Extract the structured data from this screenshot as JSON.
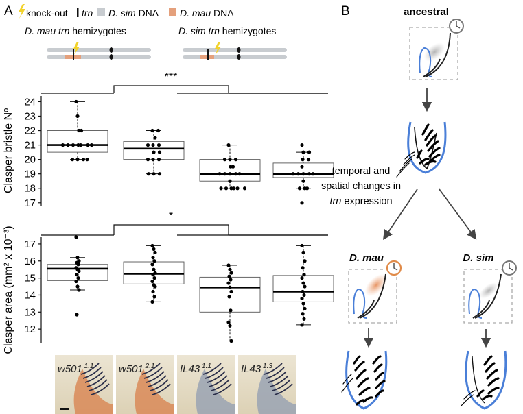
{
  "panel_a": {
    "label": "A",
    "legend": {
      "knockout": "knock-out",
      "trn": "trn",
      "dsim_prefix": "D. sim",
      "dsim_suffix": "DNA",
      "dmau_prefix": "D. mau",
      "dmau_suffix": "DNA"
    },
    "genotypes": {
      "left_italic": "D. mau trn",
      "left_plain": "hemizygotes",
      "right_italic": "D. sim trn",
      "right_plain": "hemizygotes"
    },
    "colors": {
      "sim": "#c8ccd0",
      "mau": "#e4a07c",
      "knockout": "#f2d22a"
    }
  },
  "panel_b": {
    "label": "B",
    "ancestral": "ancestral",
    "changes_line1": "temporal and",
    "changes_line2": "spatial changes in",
    "changes_line3_italic": "trn",
    "changes_line3_plain": "expression",
    "dmau": "D. mau",
    "dsim": "D. sim",
    "colors": {
      "outline": "#4a7fd8",
      "mau_clock": "#e08a48",
      "clock": "#777777"
    }
  },
  "chart_data": [
    {
      "type": "boxplot",
      "ylabel": "Clasper bristle Nº",
      "yticks": [
        17,
        18,
        19,
        20,
        21,
        22,
        23,
        24
      ],
      "ylim": [
        16.8,
        24.4
      ],
      "significance": "***",
      "categories": [
        "w501 1.1",
        "w501 2.1",
        "IL43 1.1",
        "IL43 1.3"
      ],
      "boxes": [
        {
          "min": 20,
          "q1": 20.5,
          "median": 21,
          "q3": 22,
          "max": 24
        },
        {
          "min": 19,
          "q1": 20,
          "median": 20.75,
          "q3": 21.25,
          "max": 22
        },
        {
          "min": 18,
          "q1": 18.5,
          "median": 19,
          "q3": 20,
          "max": 21
        },
        {
          "min": 18,
          "q1": 18.75,
          "median": 19,
          "q3": 19.75,
          "max": 20.5
        }
      ],
      "points": [
        [
          24,
          23,
          22,
          22,
          21,
          21,
          21,
          21,
          21,
          21,
          21,
          20,
          20,
          20,
          20
        ],
        [
          22,
          22,
          21.5,
          21,
          21,
          21,
          20.5,
          20.5,
          20,
          20,
          20,
          19,
          19,
          19
        ],
        [
          21,
          20,
          20,
          20,
          19.5,
          19.5,
          19,
          19,
          19,
          19,
          19,
          18.5,
          18,
          18,
          18,
          18,
          18,
          18
        ],
        [
          21,
          20.5,
          20.5,
          20,
          20,
          19.5,
          19,
          19,
          19,
          19,
          19,
          18.5,
          18,
          18,
          18,
          17
        ]
      ]
    },
    {
      "type": "boxplot",
      "ylabel": "Clasper area (mm² x 10⁻³)",
      "yticks": [
        12,
        13,
        14,
        15,
        16,
        17
      ],
      "ylim": [
        11.2,
        17.4
      ],
      "significance": "*",
      "categories": [
        "w501 1.1",
        "w501 2.1",
        "IL43 1.1",
        "IL43 1.3"
      ],
      "boxes": [
        {
          "min": 14.3,
          "q1": 14.85,
          "median": 15.55,
          "q3": 15.8,
          "max": 16.2
        },
        {
          "min": 13.6,
          "q1": 14.65,
          "median": 15.25,
          "q3": 15.95,
          "max": 16.9
        },
        {
          "min": 11.3,
          "q1": 13.0,
          "median": 14.45,
          "q3": 15.05,
          "max": 15.75
        },
        {
          "min": 12.25,
          "q1": 13.6,
          "median": 14.2,
          "q3": 15.15,
          "max": 16.9
        }
      ],
      "points": [
        [
          17.4,
          16.2,
          16.0,
          15.9,
          15.8,
          15.6,
          15.5,
          15.4,
          15.2,
          15.0,
          14.8,
          14.5,
          14.3,
          12.85
        ],
        [
          16.9,
          16.7,
          16.5,
          16.2,
          16.0,
          15.8,
          15.5,
          15.3,
          15.2,
          15.0,
          14.8,
          14.6,
          14.5,
          14.2,
          13.9,
          13.6
        ],
        [
          15.75,
          15.5,
          15.3,
          15.1,
          14.9,
          14.7,
          14.45,
          14.2,
          13.9,
          13.1,
          12.4,
          12.2,
          11.3
        ],
        [
          16.9,
          16.5,
          16.0,
          15.6,
          15.2,
          15.0,
          14.7,
          14.5,
          14.2,
          14.0,
          13.8,
          13.5,
          13.2,
          12.9,
          12.6,
          12.25
        ]
      ]
    }
  ],
  "photos": [
    {
      "base": "w501",
      "sup": "1.1",
      "color": "#d98a58"
    },
    {
      "base": "w501",
      "sup": "2.1",
      "color": "#d98a58"
    },
    {
      "base": "IL43",
      "sup": "1.1",
      "color": "#9aa3b3"
    },
    {
      "base": "IL43",
      "sup": "1.3",
      "color": "#9aa3b3"
    }
  ]
}
